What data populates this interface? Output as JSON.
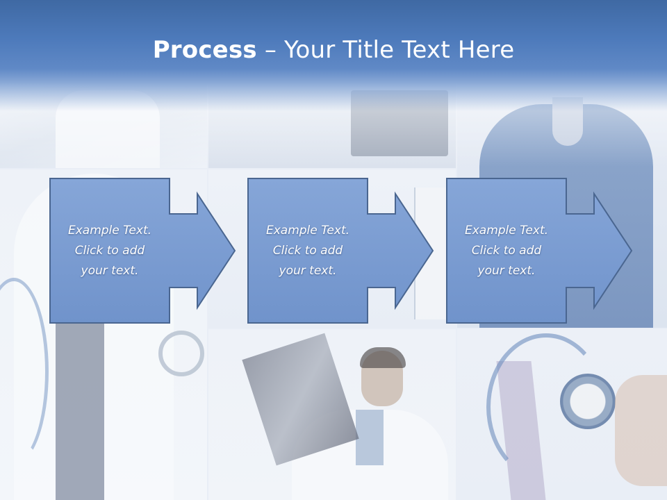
{
  "slide": {
    "title_bold": "Process",
    "title_rest": " – Your Title Text Here"
  },
  "steps": [
    {
      "text": "Example Text.\nClick  to add\nyour text."
    },
    {
      "text": "Example Text.\nClick  to add\nyour text."
    },
    {
      "text": "Example Text.\nClick  to add\nyour text."
    }
  ],
  "colors": {
    "title_band": "#4d7abb",
    "box_fill": "#7c9dd2",
    "box_border": "#4a6690",
    "title_text": "#ffffff"
  }
}
